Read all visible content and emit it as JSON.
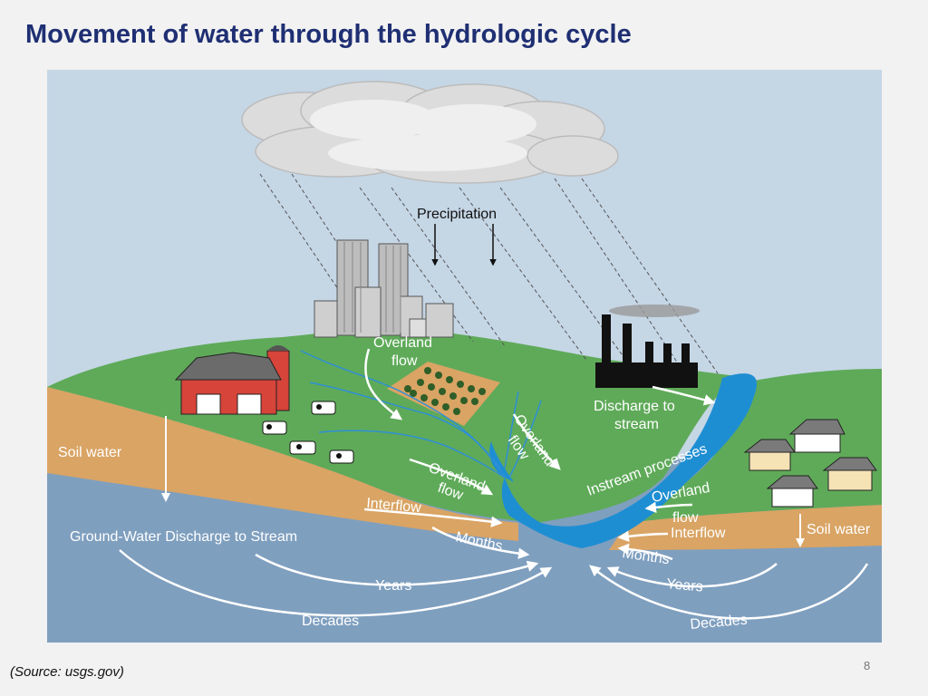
{
  "slide": {
    "title": "Movement of water through the hydrologic cycle",
    "source": "(Source: usgs.gov)",
    "page_number": "8"
  },
  "diagram": {
    "labels": {
      "precipitation": "Precipitation",
      "overland_flow_hill_1": "Overland",
      "overland_flow_hill_2": "flow",
      "overland_flow_mid_1": "Overland",
      "overland_flow_mid_2": "flow",
      "overland_flow_low_1": "Overland",
      "overland_flow_low_2": "flow",
      "overland_flow_right_1": "Overland",
      "overland_flow_right_2": "flow",
      "discharge_to_stream_1": "Discharge to",
      "discharge_to_stream_2": "stream",
      "instream_processes": "Instream processes",
      "soil_water_left": "Soil water",
      "soil_water_right": "Soil water",
      "interflow_left": "Interflow",
      "interflow_right": "Interflow",
      "groundwater_discharge": "Ground-Water Discharge to Stream",
      "months_left": "Months",
      "months_right": "Months",
      "years_left": "Years",
      "years_right": "Years",
      "decades_left": "Decades",
      "decades_right": "Decades"
    },
    "colors": {
      "sky": "#c5d6e5",
      "land": "#5faa59",
      "soil": "#d9a464",
      "groundwater": "#7f9fbf",
      "stream": "#1e8ed3",
      "barn": "#d6443a",
      "factory": "#111111"
    }
  }
}
